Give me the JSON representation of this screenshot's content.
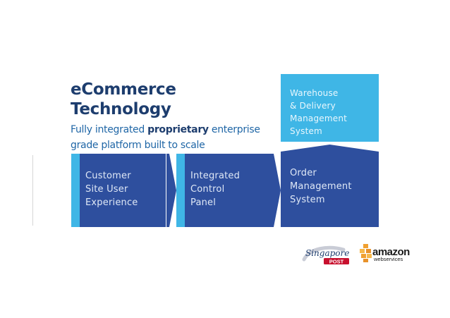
{
  "heading": {
    "line1": "eCommerce",
    "line2": "Technology"
  },
  "subheading": {
    "before": "Fully integrated ",
    "emphasis": "proprietary",
    "after": " enterprise grade platform built to scale"
  },
  "boxes": {
    "customer": {
      "lines": [
        "Customer",
        "Site User",
        "Experience"
      ]
    },
    "panel": {
      "lines": [
        "Integrated",
        "Control",
        "Panel"
      ]
    },
    "oms": {
      "lines": [
        "Order",
        "Management",
        "System"
      ]
    },
    "warehouse": {
      "lines": [
        "Warehouse",
        "& Delivery",
        "Management",
        "System"
      ]
    }
  },
  "logos": {
    "singapore_post": {
      "script_text": "Singapore",
      "tag_text": "POST"
    },
    "aws": {
      "word": "amazon",
      "sub": "webservices"
    }
  },
  "colors": {
    "dark_blue": "#2e4f9e",
    "light_blue": "#3fb6e6",
    "title_navy": "#1d3d6e",
    "subtitle_blue": "#1f66a6",
    "sp_red": "#c8102e",
    "aws_orange": "#f0a030"
  }
}
